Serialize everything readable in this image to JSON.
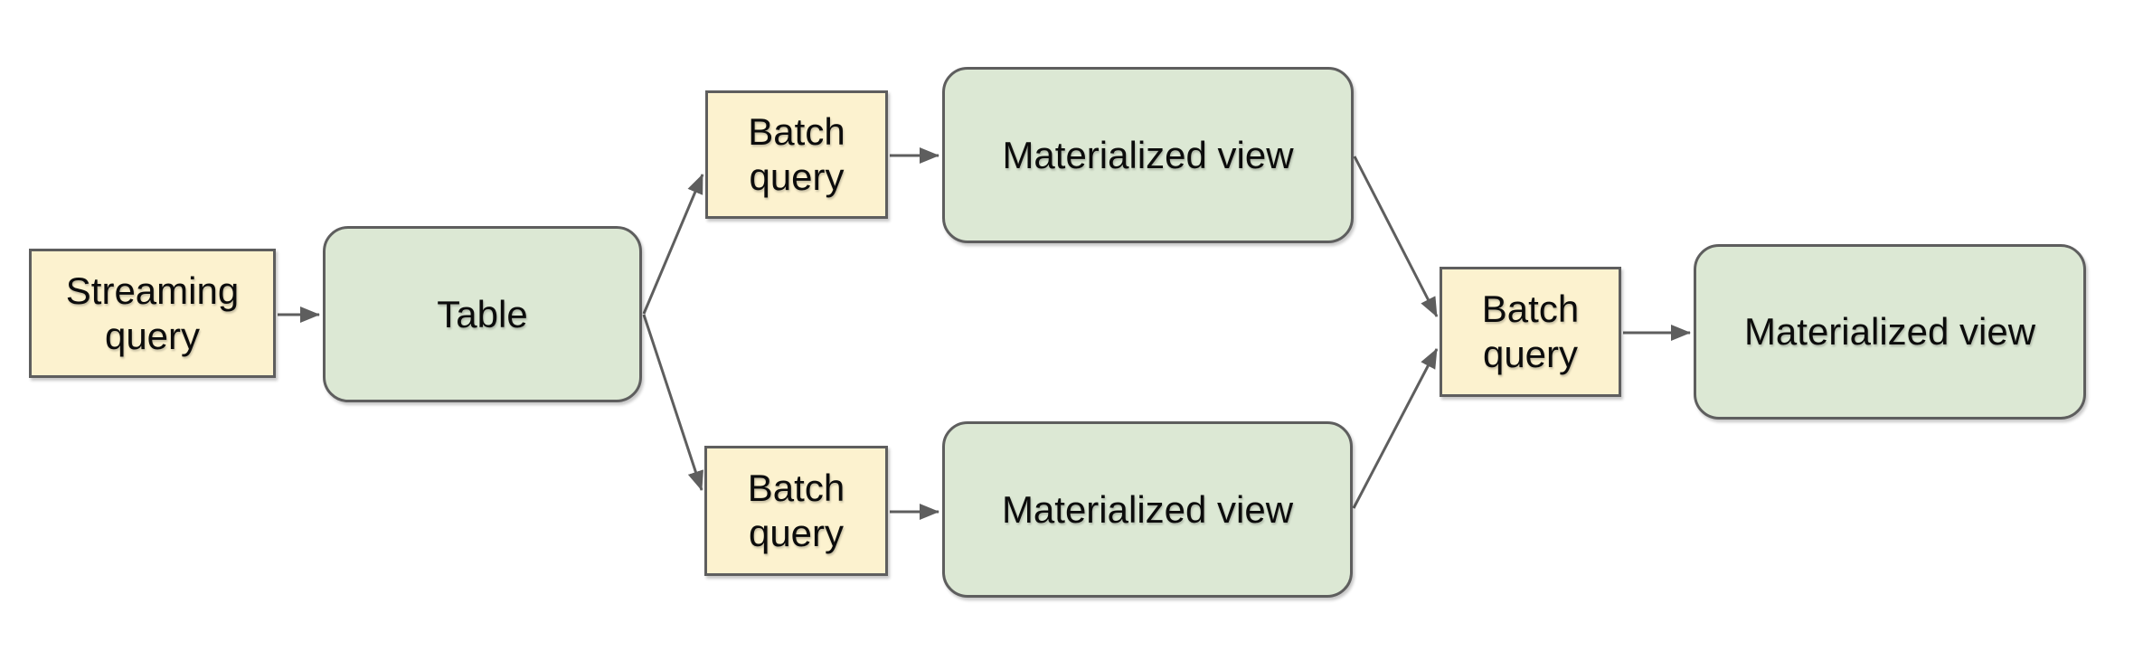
{
  "diagram": {
    "colors": {
      "query_fill": "#fcf2cf",
      "store_fill": "#dce8d4",
      "stroke": "#5e5e5e",
      "text": "#0c0c0c",
      "background": "#ffffff"
    },
    "nodes": [
      {
        "id": "streaming-query",
        "label": "Streaming query",
        "shape": "rect",
        "fill": "#fcf2cf"
      },
      {
        "id": "table",
        "label": "Table",
        "shape": "rounded",
        "fill": "#dce8d4"
      },
      {
        "id": "batch-query-top",
        "label": "Batch query",
        "shape": "rect",
        "fill": "#fcf2cf"
      },
      {
        "id": "materialized-view-top",
        "label": "Materialized view",
        "shape": "rounded",
        "fill": "#dce8d4"
      },
      {
        "id": "batch-query-bottom",
        "label": "Batch query",
        "shape": "rect",
        "fill": "#fcf2cf"
      },
      {
        "id": "materialized-view-bottom",
        "label": "Materialized view",
        "shape": "rounded",
        "fill": "#dce8d4"
      },
      {
        "id": "batch-query-right",
        "label": "Batch query",
        "shape": "rect",
        "fill": "#fcf2cf"
      },
      {
        "id": "materialized-view-right",
        "label": "Materialized view",
        "shape": "rounded",
        "fill": "#dce8d4"
      }
    ],
    "edges": [
      {
        "from": "streaming-query",
        "to": "table"
      },
      {
        "from": "table",
        "to": "batch-query-top"
      },
      {
        "from": "table",
        "to": "batch-query-bottom"
      },
      {
        "from": "batch-query-top",
        "to": "materialized-view-top"
      },
      {
        "from": "batch-query-bottom",
        "to": "materialized-view-bottom"
      },
      {
        "from": "materialized-view-top",
        "to": "batch-query-right"
      },
      {
        "from": "materialized-view-bottom",
        "to": "batch-query-right"
      },
      {
        "from": "batch-query-right",
        "to": "materialized-view-right"
      }
    ]
  }
}
